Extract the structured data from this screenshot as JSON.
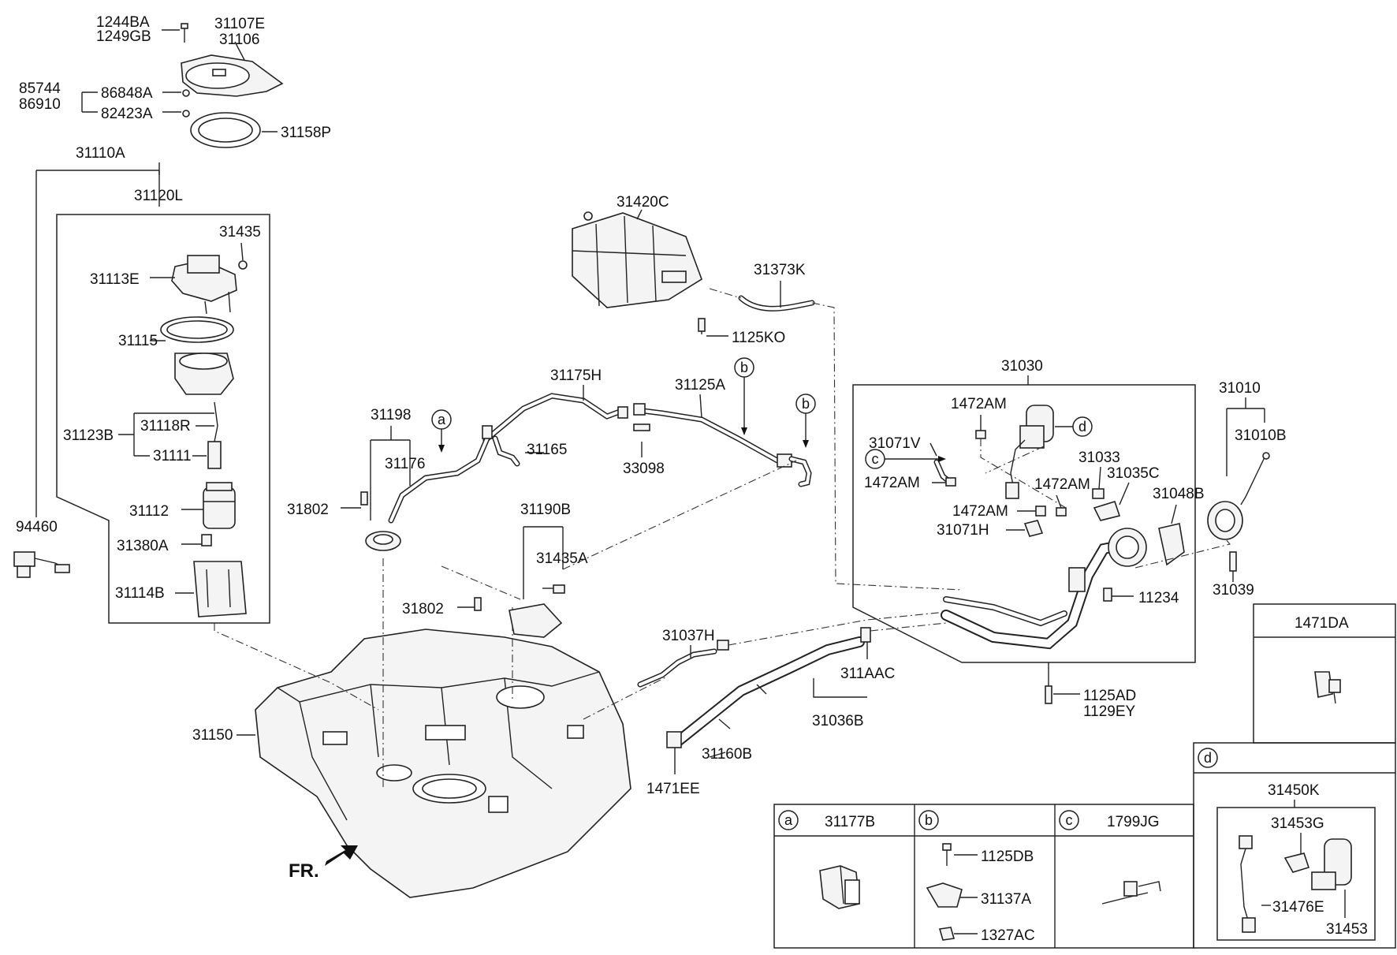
{
  "orientation": "FR.",
  "parts": {
    "p1244BA": "1244BA",
    "p1249GB": "1249GB",
    "p31107E": "31107E",
    "p31106": "31106",
    "p85744": "85744",
    "p86910": "86910",
    "p86848A": "86848A",
    "p82423A": "82423A",
    "p31158P": "31158P",
    "p31110A": "31110A",
    "p31120L": "31120L",
    "p31435": "31435",
    "p31113E": "31113E",
    "p31115": "31115",
    "p31123B": "31123B",
    "p31118R": "31118R",
    "p31111": "31111",
    "p31112": "31112",
    "p31380A": "31380A",
    "p31114B": "31114B",
    "p94460": "94460",
    "p31150": "31150",
    "p31420C": "31420C",
    "p31373K": "31373K",
    "p1125KO": "1125KO",
    "p31175H": "31175H",
    "p31125A": "31125A",
    "p31198": "31198",
    "p31176": "31176",
    "p31165": "31165",
    "p33098": "33098",
    "p31802a": "31802",
    "p31802b": "31802",
    "p31190B": "31190B",
    "p31435A": "31435A",
    "p31037H": "31037H",
    "p311AAC": "311AAC",
    "p31036B": "31036B",
    "p31160B": "31160B",
    "p1471EE": "1471EE",
    "p31030": "31030",
    "p1472AM1": "1472AM",
    "p31071V": "31071V",
    "p1472AM2": "1472AM",
    "p1472AM3": "1472AM",
    "p1472AM4": "1472AM",
    "p31071H": "31071H",
    "p31033": "31033",
    "p31035C": "31035C",
    "p31048B": "31048B",
    "p11234": "11234",
    "p1125AD": "1125AD",
    "p1129EY": "1129EY",
    "p31010": "31010",
    "p31010B": "31010B",
    "p31039": "31039",
    "p1471DA": "1471DA",
    "p31450K": "31450K",
    "p31453G": "31453G",
    "p31476E": "31476E",
    "p31453": "31453",
    "p31177B": "31177B",
    "p1125DB": "1125DB",
    "p31137A": "31137A",
    "p1327AC": "1327AC",
    "p1799JG": "1799JG"
  },
  "callouts": {
    "a": "a",
    "b": "b",
    "c": "c",
    "d": "d"
  }
}
